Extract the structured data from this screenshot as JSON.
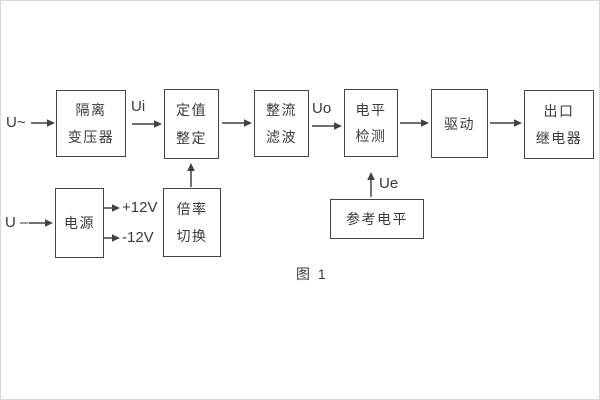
{
  "diagram": {
    "caption": "图 1",
    "labels": {
      "ac_input": "U~",
      "dc_input": "U –",
      "ui": "Ui",
      "uo": "Uo",
      "ue": "Ue",
      "plus_12v": "+12V",
      "minus_12v": "-12V"
    },
    "blocks": {
      "isolation_transformer": [
        "隔离",
        "变压器"
      ],
      "setpoint_adjust": [
        "定值",
        "整定"
      ],
      "rectify_filter": [
        "整流",
        "滤波"
      ],
      "level_detect": [
        "电平",
        "检测"
      ],
      "drive": [
        "驱动"
      ],
      "output_relay": [
        "出口",
        "继电器"
      ],
      "power_supply": [
        "电源"
      ],
      "ratio_switch": [
        "倍率",
        "切换"
      ],
      "reference_level": [
        "参考电平"
      ]
    },
    "colors": {
      "stroke": "#424242",
      "text": "#3a3a3a",
      "background": "#ffffff"
    }
  }
}
